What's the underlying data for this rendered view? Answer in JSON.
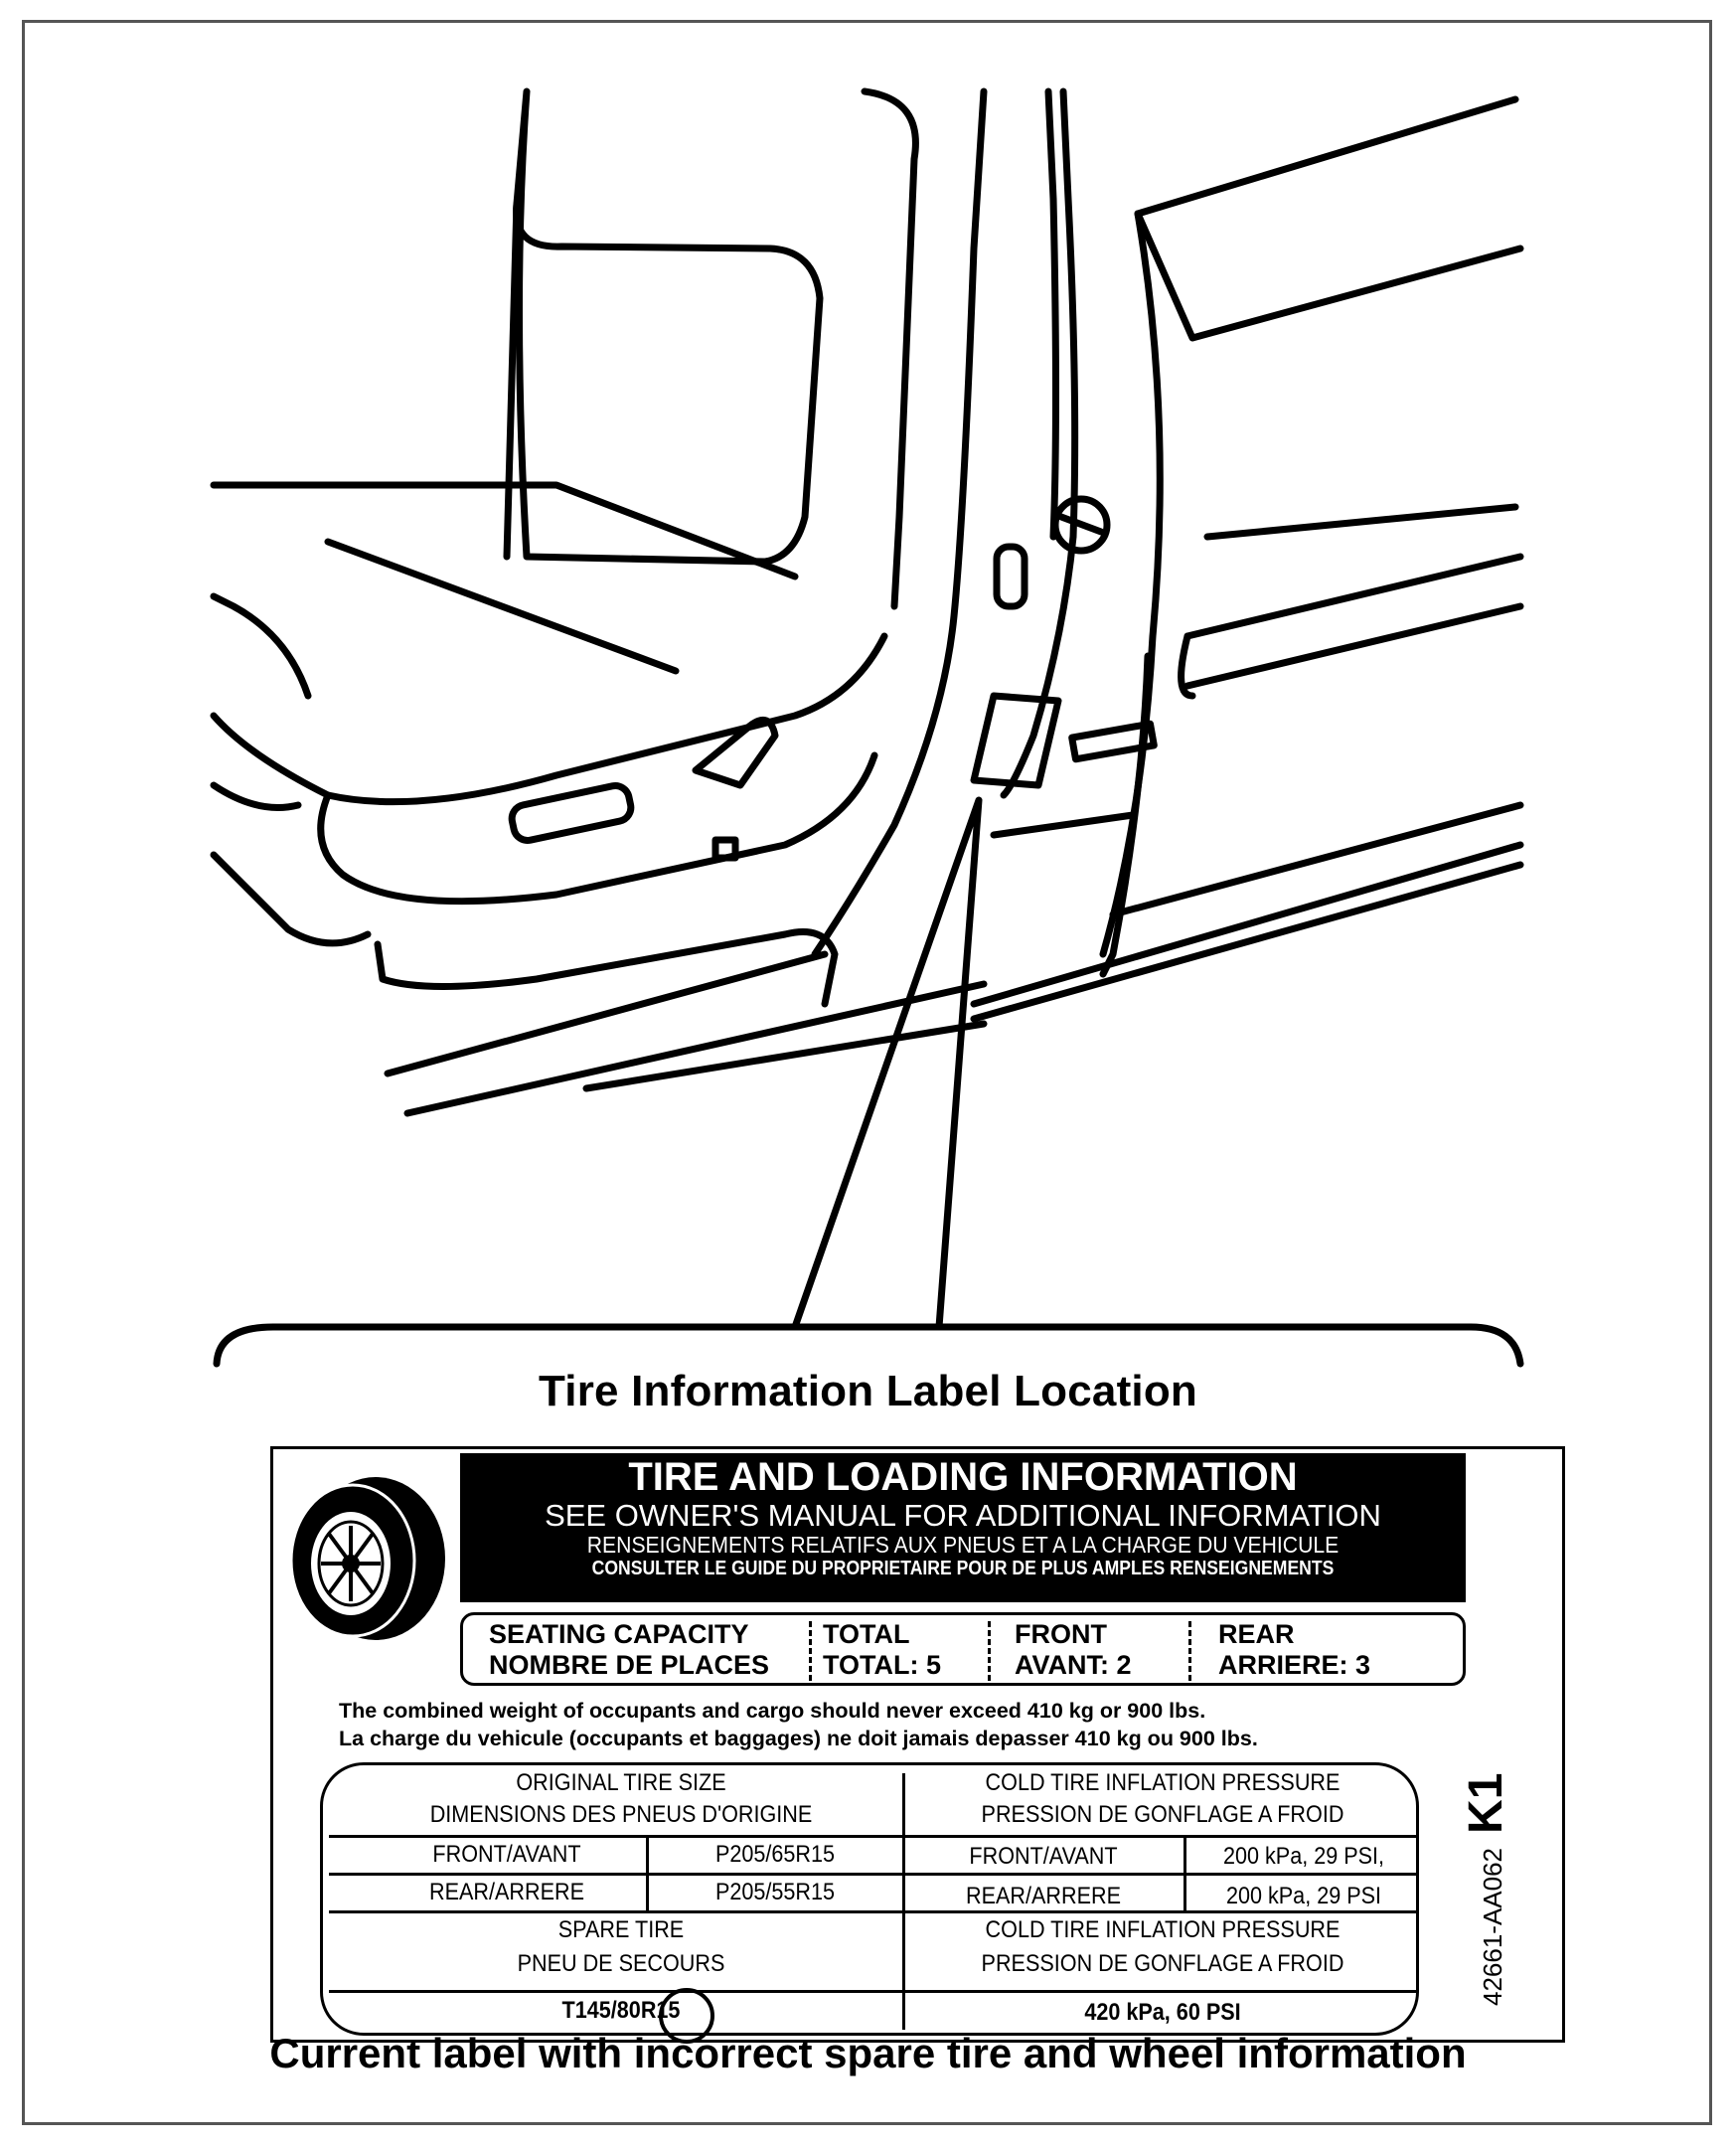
{
  "caption_location": "Tire Information Label Location",
  "caption_bottom": "Current label with incorrect spare tire and wheel information",
  "label": {
    "header": {
      "title": "TIRE AND LOADING INFORMATION",
      "subtitle": "SEE OWNER'S MANUAL FOR ADDITIONAL INFORMATION",
      "fr_title": "RENSEIGNEMENTS RELATIFS AUX PNEUS ET A LA CHARGE DU VEHICULE",
      "fr_subtitle": "CONSULTER LE GUIDE DU PROPRIETAIRE POUR DE PLUS AMPLES RENSEIGNEMENTS"
    },
    "seating": {
      "label_en": "SEATING CAPACITY",
      "label_fr": "NOMBRE DE PLACES",
      "total_en": "TOTAL",
      "total_fr": "TOTAL:  5",
      "front_en": "FRONT",
      "front_fr": "AVANT:  2",
      "rear_en": "REAR",
      "rear_fr": "ARRIERE:  3"
    },
    "weight_en": "The combined weight of occupants and cargo should never exceed  410 kg  or  900 lbs.",
    "weight_fr": "La charge du vehicule (occupants et baggages) ne doit jamais depasser  410 kg  ou  900 lbs.",
    "tires": {
      "orig_size_en": "ORIGINAL TIRE SIZE",
      "orig_size_fr": "DIMENSIONS DES PNEUS D'ORIGINE",
      "cold_en": "COLD TIRE INFLATION PRESSURE",
      "cold_fr": "PRESSION DE GONFLAGE A FROID",
      "front_label": "FRONT/AVANT",
      "front_size": "P205/65R15",
      "front_pressure_label": "FRONT/AVANT",
      "front_pressure": "200 kPa, 29 PSI,",
      "rear_label": "REAR/ARRERE",
      "rear_size": "P205/55R15",
      "rear_pressure_label": "REAR/ARRERE",
      "rear_pressure": "200 kPa, 29 PSI",
      "spare_en": "SPARE TIRE",
      "spare_fr": "PNEU DE SECOURS",
      "spare_cold_en": "COLD TIRE INFLATION PRESSURE",
      "spare_cold_fr": "PRESSION DE GONFLAGE A FROID",
      "spare_size": "T145/80R15",
      "spare_pressure": "420 kPa, 60 PSI"
    },
    "part_number": "42661-AA062",
    "revision": "K1"
  }
}
